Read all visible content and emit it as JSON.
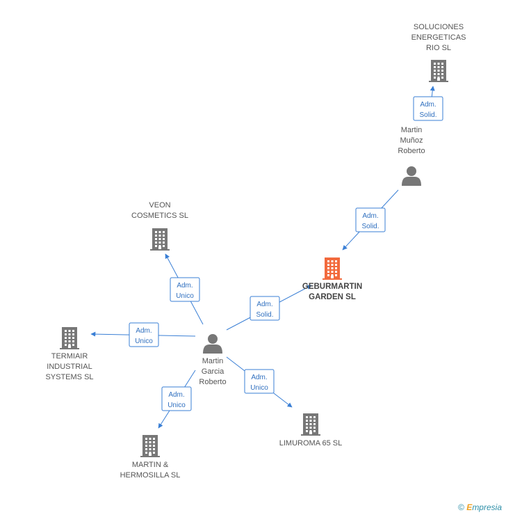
{
  "nodes": [
    {
      "id": "soluciones",
      "kind": "company",
      "label": [
        "SOLUCIONES",
        "ENERGETICAS",
        "RIO SL"
      ],
      "highlight": false
    },
    {
      "id": "munoz",
      "kind": "person",
      "label": [
        "Martin",
        "Muñoz",
        "Roberto"
      ],
      "highlight": false
    },
    {
      "id": "geburmartin",
      "kind": "company",
      "label": [
        "GEBURMARTIN",
        "GARDEN SL"
      ],
      "highlight": true
    },
    {
      "id": "veon",
      "kind": "company",
      "label": [
        "VEON",
        "COSMETICS SL"
      ],
      "highlight": false
    },
    {
      "id": "termiair",
      "kind": "company",
      "label": [
        "TERMIAIR",
        "INDUSTRIAL",
        "SYSTEMS SL"
      ],
      "highlight": false
    },
    {
      "id": "garcia",
      "kind": "person",
      "label": [
        "Martin",
        "Garcia",
        "Roberto"
      ],
      "highlight": false
    },
    {
      "id": "limuroma",
      "kind": "company",
      "label": [
        "LIMUROMA 65 SL"
      ],
      "highlight": false
    },
    {
      "id": "hermosilla",
      "kind": "company",
      "label": [
        "MARTIN &",
        "HERMOSILLA SL"
      ],
      "highlight": false
    }
  ],
  "edges": [
    {
      "from": "munoz",
      "to": "soluciones",
      "label": [
        "Adm.",
        "Solid."
      ]
    },
    {
      "from": "munoz",
      "to": "geburmartin",
      "label": [
        "Adm.",
        "Solid."
      ]
    },
    {
      "from": "garcia",
      "to": "geburmartin",
      "label": [
        "Adm.",
        "Solid."
      ]
    },
    {
      "from": "garcia",
      "to": "veon",
      "label": [
        "Adm.",
        "Unico"
      ]
    },
    {
      "from": "garcia",
      "to": "termiair",
      "label": [
        "Adm.",
        "Unico"
      ]
    },
    {
      "from": "garcia",
      "to": "limuroma",
      "label": [
        "Adm.",
        "Unico"
      ]
    },
    {
      "from": "garcia",
      "to": "hermosilla",
      "label": [
        "Adm.",
        "Unico"
      ]
    }
  ],
  "colors": {
    "company": "#777777",
    "company_highlight": "#f26a3d",
    "person": "#777777",
    "edge": "#3a7fd5"
  },
  "footer": {
    "copyright": "©",
    "brand_initial": "E",
    "brand_rest": "mpresia"
  }
}
